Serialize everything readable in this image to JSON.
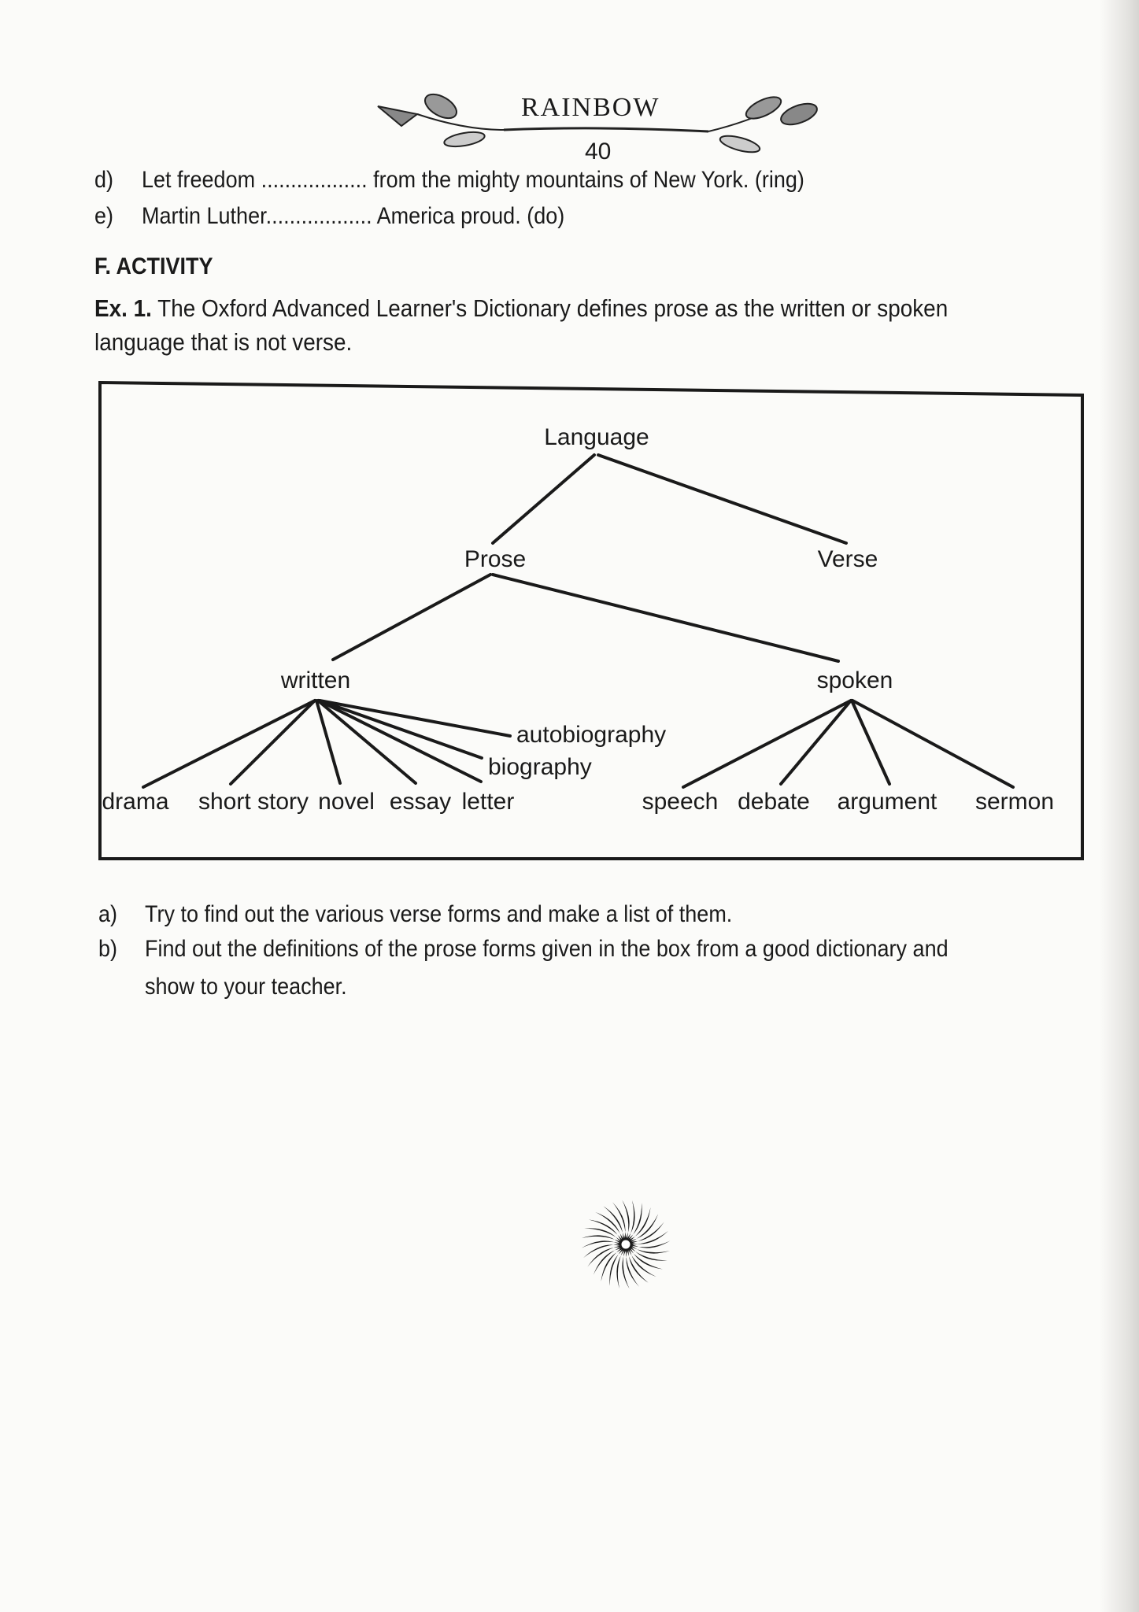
{
  "header": {
    "title": "RAINBOW",
    "page_number": "40"
  },
  "exercise_items": [
    {
      "label": "d)",
      "text": "Let freedom .................. from the mighty mountains of New York. (ring)"
    },
    {
      "label": "e)",
      "text": "Martin Luther.................. America proud. (do)"
    }
  ],
  "section": {
    "heading": "F. ACTIVITY",
    "ex_label": "Ex. 1.",
    "ex_text_line1": "The Oxford Advanced Learner's Dictionary defines prose as the written or spoken",
    "ex_text_line2": "language that is not verse."
  },
  "diagram": {
    "root": "Language",
    "level1": [
      "Prose",
      "Verse"
    ],
    "level2": [
      "written",
      "spoken"
    ],
    "written_children": [
      "drama",
      "short story",
      "novel",
      "essay",
      "letter",
      "biography",
      "autobiography"
    ],
    "spoken_children": [
      "speech",
      "debate",
      "argument",
      "sermon"
    ]
  },
  "questions": [
    {
      "label": "a)",
      "line1": "Try to find out the various verse forms and make a list of them."
    },
    {
      "label": "b)",
      "line1": "Find out the definitions of the prose forms given in the box from a good dictionary and",
      "line2": "show to your teacher."
    }
  ]
}
